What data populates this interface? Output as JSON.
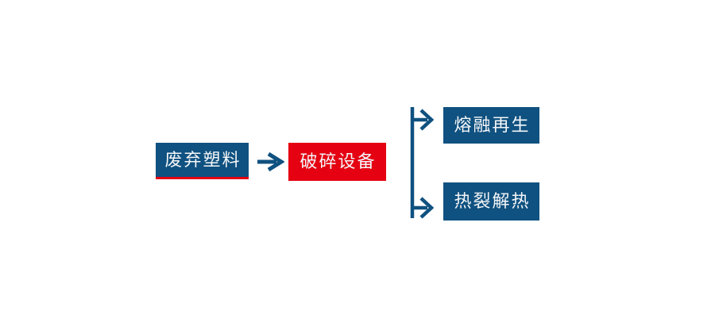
{
  "page": {
    "background": "#ffffff"
  },
  "colors": {
    "page_bg": "#ffffff",
    "node_blue": "#0f5180",
    "node_red": "#e50112",
    "connector_blue": "#0f5180",
    "underline_red": "#e50112",
    "label_text": "#f4f6f8"
  },
  "flowchart": {
    "nodes": [
      {
        "id": "waste-plastic",
        "label": "废弃塑料",
        "style": "blue-with-red-underline"
      },
      {
        "id": "crushing-equipment",
        "label": "破碎设备",
        "style": "red"
      },
      {
        "id": "melt-regeneration",
        "label": "熔融再生",
        "style": "blue"
      },
      {
        "id": "pyrolysis-heat",
        "label": "热裂解热",
        "style": "blue"
      }
    ],
    "edges": [
      {
        "from": "waste-plastic",
        "to": "crushing-equipment",
        "icon": "arrow-right-icon"
      },
      {
        "from": "crushing-equipment",
        "to": "melt-regeneration",
        "icon": "branch-arrow-top-icon"
      },
      {
        "from": "crushing-equipment",
        "to": "pyrolysis-heat",
        "icon": "branch-arrow-bottom-icon"
      }
    ],
    "icons": {
      "arrow_right": "→"
    }
  }
}
